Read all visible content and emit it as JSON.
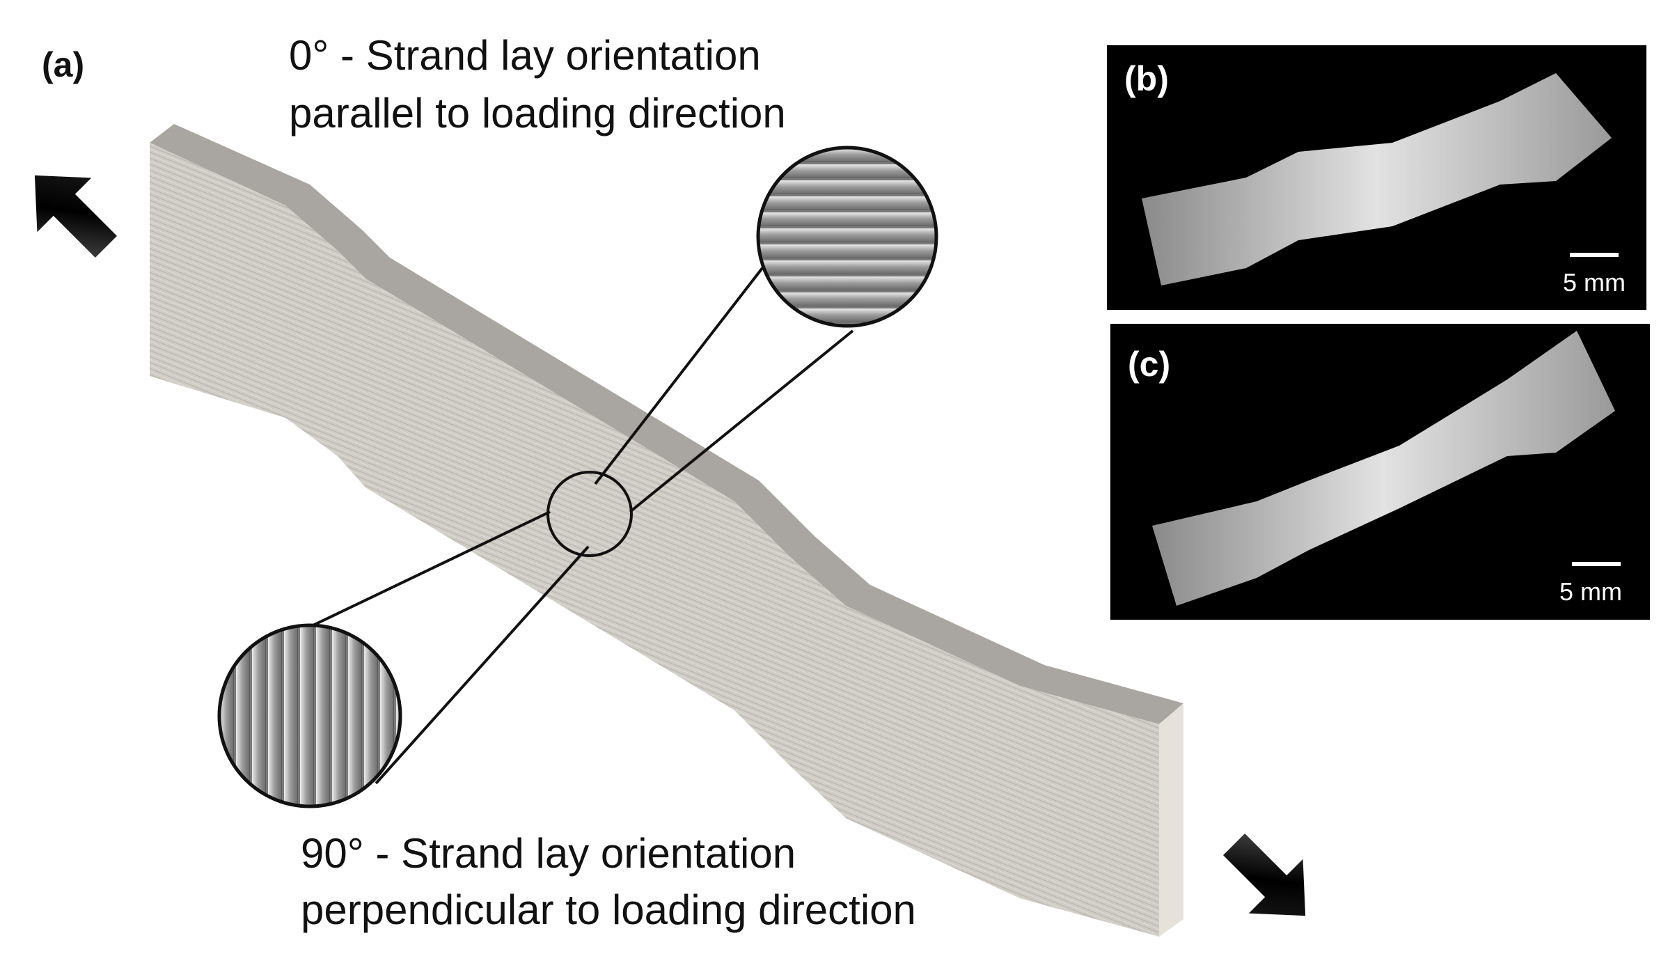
{
  "panel_a": {
    "label": "(a)",
    "caption_0deg": {
      "line1": "0° - Strand lay orientation",
      "line2": "parallel to loading direction"
    },
    "caption_90deg": {
      "line1": "90° - Strand lay orientation",
      "line2": "perpendicular to loading direction"
    }
  },
  "panel_b": {
    "label": "(b)",
    "scale_label": "5 mm"
  },
  "panel_c": {
    "label": "(c)",
    "scale_label": "5 mm"
  },
  "colors": {
    "specimen_face": "#c9c6c0",
    "specimen_edge": "#a9a6a1",
    "strand_fill": "#b9b9b9",
    "arrow": "#111111",
    "micro_bg": "#000000",
    "micro_specimen": "#cfcfcf",
    "scale_bar": "#ffffff"
  },
  "icons": {
    "arrow_top_left": "load-arrow-icon",
    "arrow_bottom_right": "load-arrow-icon"
  }
}
